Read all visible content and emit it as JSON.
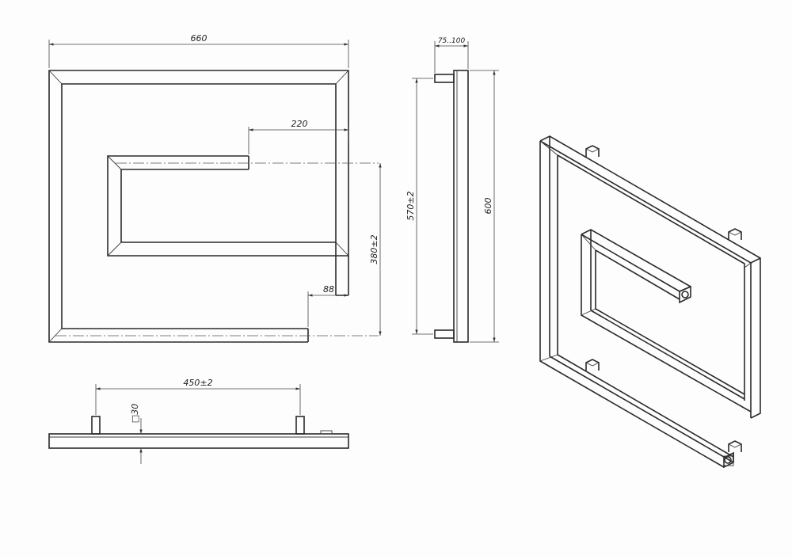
{
  "drawing": {
    "front_view": {
      "overall_width": "660",
      "inner_offset": "220",
      "axis_distance": "380±2",
      "bottom_offset": "88"
    },
    "side_view": {
      "standoff": "75..100",
      "mount_centers": "570±2",
      "overall_height": "600"
    },
    "top_view": {
      "mount_spacing": "450±2",
      "tube_section": "□30"
    }
  }
}
